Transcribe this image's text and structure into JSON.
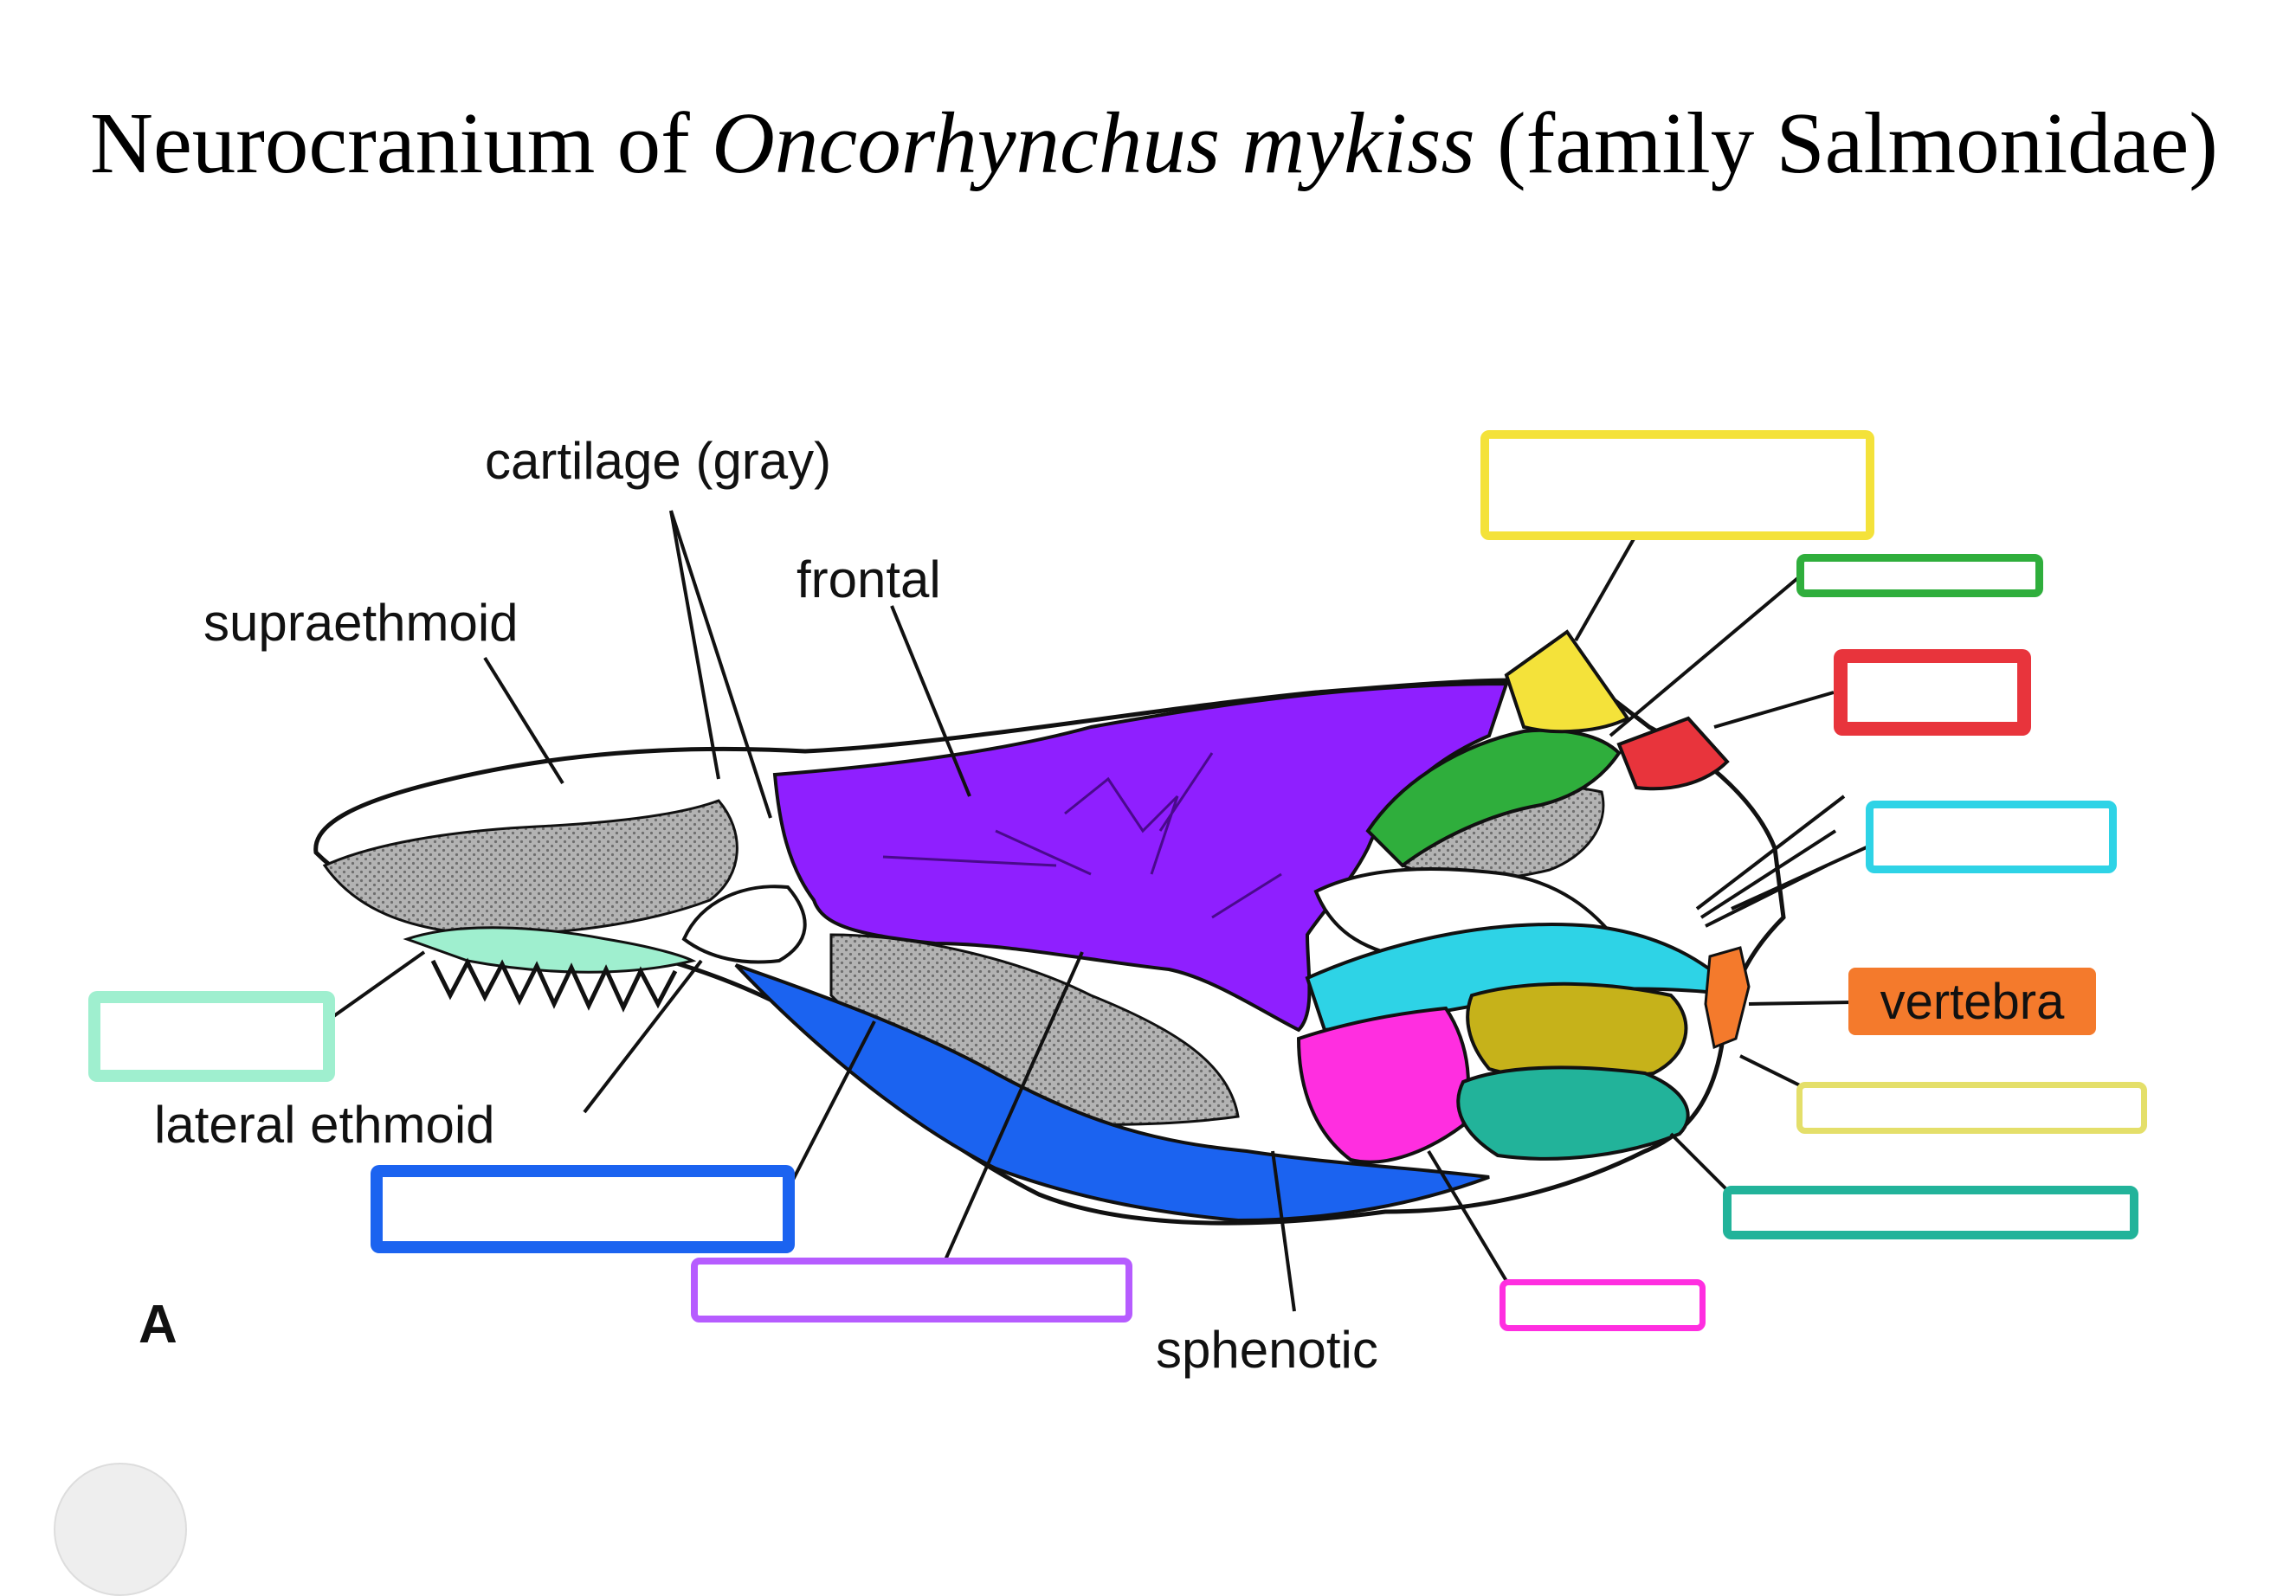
{
  "title": {
    "prefix": "Neurocranium of ",
    "species": "Oncorhynchus mykiss",
    "suffix": " (family Salmonidae)"
  },
  "labels": {
    "cartilage": "cartilage (gray)",
    "frontal": "frontal",
    "supraethmoid": "supraethmoid",
    "lateral_ethmoid": "lateral ethmoid",
    "sphenotic": "sphenotic",
    "vertebra": "vertebra",
    "panel_letter": "A"
  },
  "colors": {
    "frontal": "#8f1fff",
    "parasphenoid": "#1b63f0",
    "supraoccipital": "#f4e23a",
    "epiotic": "#2fae3c",
    "parietal_red": "#e8343c",
    "cyan_bone": "#2ed3e6",
    "vertebra": "#f47a2c",
    "olive_bone": "#c6b21a",
    "teal_bone": "#22b39a",
    "magenta_bone": "#ff2ee0",
    "mint_bone": "#9fefcf",
    "cartilage_gray": "#a9a9a9"
  },
  "blank_boxes": [
    {
      "id": "yellow",
      "color": "#f4e23a"
    },
    {
      "id": "green",
      "color": "#2fae3c"
    },
    {
      "id": "red",
      "color": "#e8343c"
    },
    {
      "id": "cyan",
      "color": "#2ed3e6"
    },
    {
      "id": "olive",
      "color": "#e4df6a"
    },
    {
      "id": "teal",
      "color": "#22b39a"
    },
    {
      "id": "magenta",
      "color": "#ff2ee0"
    },
    {
      "id": "purple",
      "color": "#b65cff"
    },
    {
      "id": "blue",
      "color": "#1b63f0"
    },
    {
      "id": "mint",
      "color": "#9fefcf"
    }
  ]
}
